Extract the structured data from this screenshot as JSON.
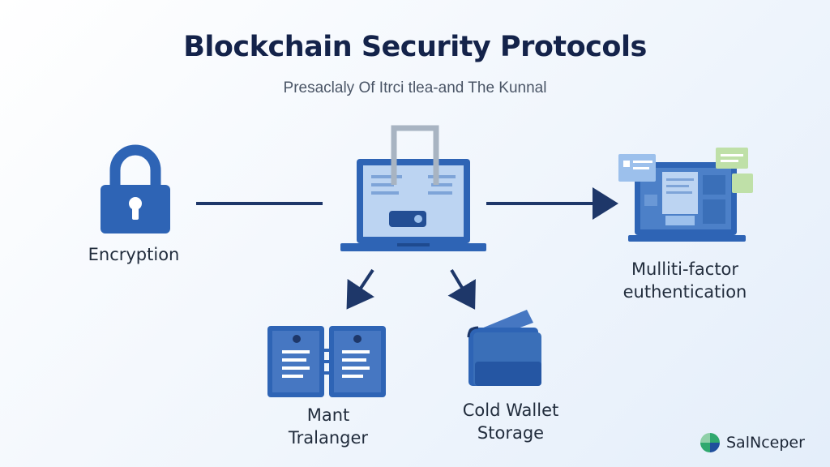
{
  "header": {
    "title": "Blockchain Security Protocols",
    "subtitle": "Presaclaly Of Itrci tlea-and The Kunnal"
  },
  "nodes": {
    "encryption": {
      "label": "Encryption",
      "icon": "padlock-icon"
    },
    "center": {
      "icon": "laptop-lock-icon"
    },
    "mfa": {
      "line1": "Mulliti-factor",
      "line2": "euthentication",
      "icon": "dashboard-laptop-icon"
    },
    "manager": {
      "line1": "Mant",
      "line2": "Tralanger",
      "icon": "server-racks-icon"
    },
    "cold_wallet": {
      "line1": "Cold Wallet",
      "line2": "Storage",
      "icon": "wallet-icon"
    }
  },
  "branding": {
    "logo_text": "SalNceper",
    "logo_icon": "leaf-logo-icon"
  },
  "colors": {
    "primary_blue": "#2e64b5",
    "dark_navy": "#1e3769",
    "light_blue": "#9cc0ec",
    "title_color": "#14234a"
  }
}
